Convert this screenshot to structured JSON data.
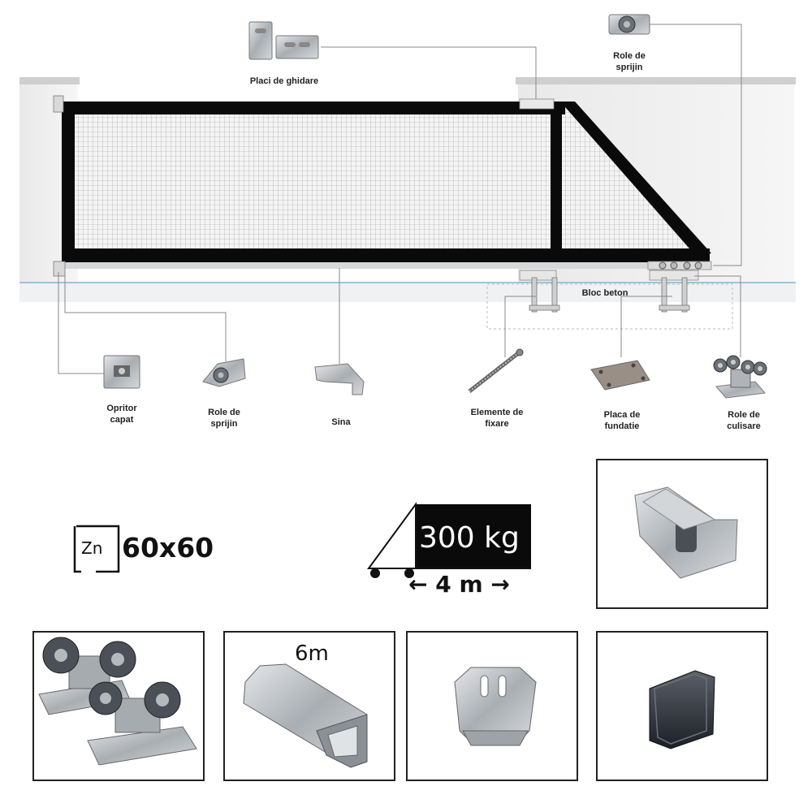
{
  "labels": {
    "guide_plates": "Placi de ghidare",
    "support_rollers_top": "Role de\nsprijin",
    "concrete_block": "Bloc beton",
    "end_stop": "Opritor\ncapat",
    "support_rollers_bottom": "Role de\nsprijin",
    "rail": "Sina",
    "fixing_elements": "Elemente de\nfixare",
    "foundation_plate": "Placa de\nfundatie",
    "sliding_rollers": "Role de\nculisare"
  },
  "specs": {
    "zn": "Zn",
    "profile_size": "60x60",
    "max_load": "300 kg",
    "max_length": "← 4 m →",
    "rail_length": "6m"
  },
  "colors": {
    "frame": "#0a0a0a",
    "ground_line": "#7fb6d6",
    "metal": "#b8bcc0",
    "mesh": "#9a9a9a"
  }
}
